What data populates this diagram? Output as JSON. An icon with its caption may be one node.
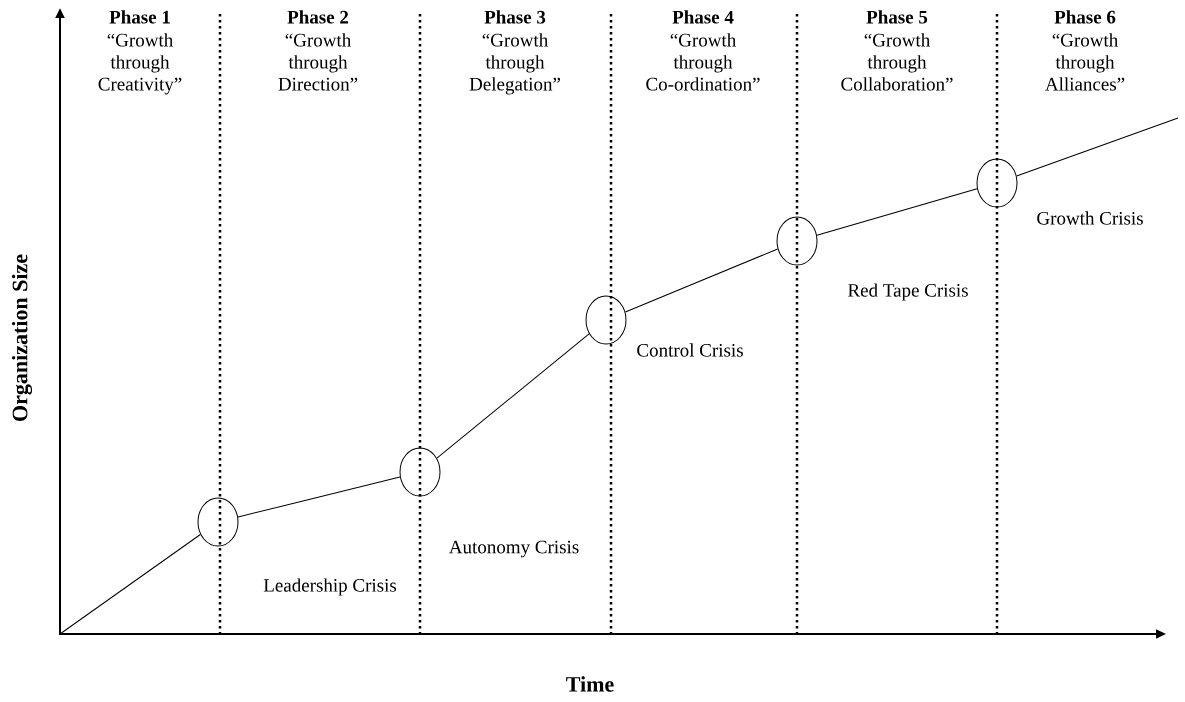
{
  "diagram": {
    "nodes": [
      {
        "text": [],
        "shape": "circle",
        "beside": [
          "Leadership Crisis"
        ]
      },
      {
        "text": [],
        "shape": "circle",
        "beside": [
          "Autonomy Crisis"
        ]
      },
      {
        "text": [],
        "shape": "circle",
        "beside": [
          "Control Crisis"
        ]
      },
      {
        "text": [],
        "shape": "circle",
        "beside": [
          "Red Tape Crisis"
        ]
      },
      {
        "text": [],
        "shape": "circle",
        "beside": [
          "Growth Crisis"
        ]
      }
    ],
    "edges": [
      {
        "from": null,
        "to": 0,
        "arrow": "none"
      },
      {
        "from": 0,
        "to": 1,
        "arrow": "none"
      },
      {
        "from": 1,
        "to": 2,
        "arrow": "none"
      },
      {
        "from": 2,
        "to": 3,
        "arrow": "none"
      },
      {
        "from": 3,
        "to": 4,
        "arrow": "none"
      },
      {
        "from": 4,
        "to": null,
        "arrow": "none"
      }
    ],
    "labels": [
      "Phase 1",
      "“Growth through Creativity”",
      "Phase 2",
      "“Growth through Direction”",
      "Phase 3",
      "“Growth through Delegation”",
      "Phase 4",
      "“Growth through Co-ordination”",
      "Phase 5",
      "“Growth through Collaboration”",
      "Phase 6",
      "“Growth through Alliances”",
      "Organization Size",
      "Time"
    ]
  }
}
